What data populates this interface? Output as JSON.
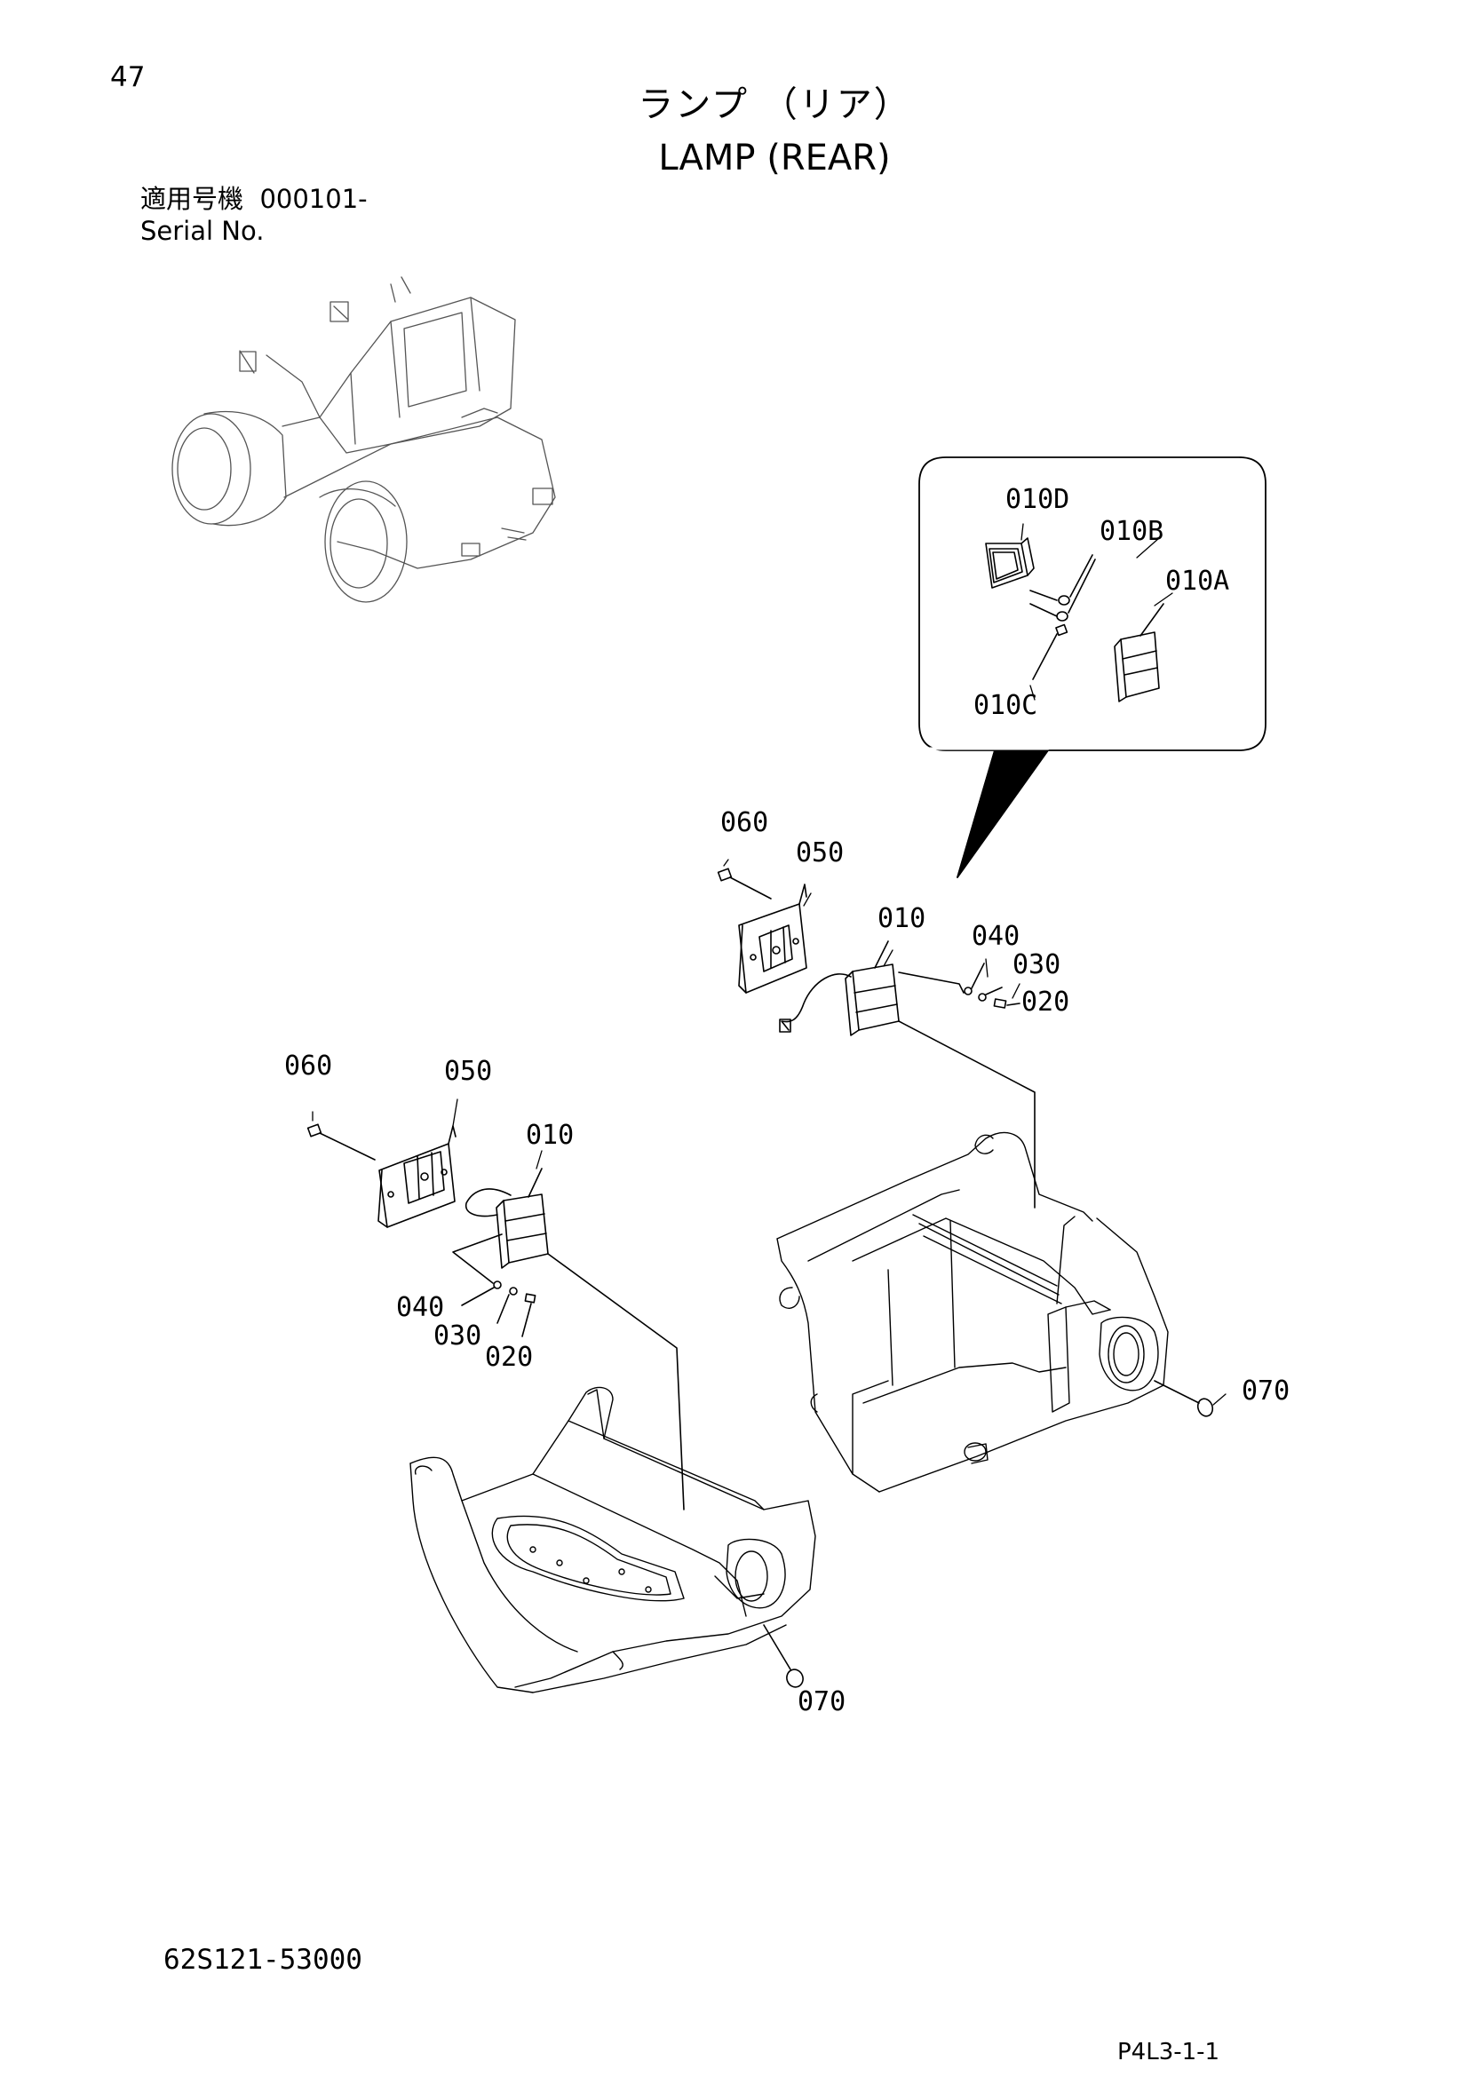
{
  "page_number": "47",
  "title_jp": "ランプ （リア）",
  "title_en": "LAMP (REAR)",
  "serial_label_jp": "適用号機",
  "serial_value": "000101-",
  "serial_label_en": "Serial No.",
  "document_number": "62S121-53000",
  "page_code": "P4L3-1-1",
  "callouts": {
    "c010D": "010D",
    "c010B": "010B",
    "c010A": "010A",
    "c010C": "010C",
    "upper_060": "060",
    "upper_050": "050",
    "upper_010": "010",
    "upper_040": "040",
    "upper_030": "030",
    "upper_020": "020",
    "lower_060": "060",
    "lower_050": "050",
    "lower_010": "010",
    "lower_040": "040",
    "lower_030": "030",
    "lower_020": "020",
    "right_070": "070",
    "lower_070": "070"
  }
}
